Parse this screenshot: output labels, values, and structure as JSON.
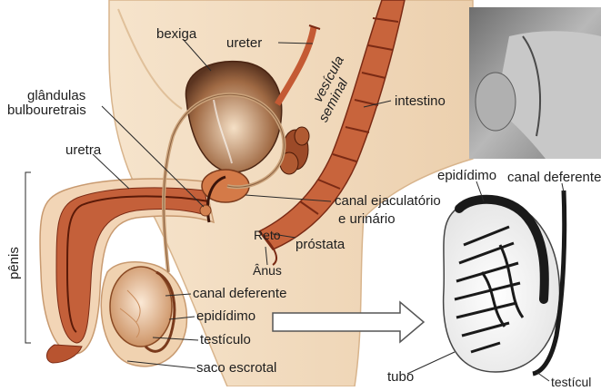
{
  "labels": {
    "bexiga": "bexiga",
    "ureter": "ureter",
    "vesicula": "vesícula",
    "seminal": "seminal",
    "glandulas": "glândulas",
    "bulbouretrais": "bulbouretrais",
    "intestino": "intestino",
    "uretra": "uretra",
    "canal_ejaculatorio": "canal ejaculatório",
    "e_urinario": "e urinário",
    "reto": "Reto",
    "prostata": "próstata",
    "anus": "Ânus",
    "penis": "pênis",
    "canal_deferente": "canal deferente",
    "epididimo": "epidídimo",
    "testiculo": "testículo",
    "saco_escrotal": "saco escrotal",
    "inset_epididimo": "epidídimo",
    "inset_canal_deferente": "canal deferente",
    "tubo": "tubo",
    "cut_label": "testícul"
  },
  "colors": {
    "skin": "#f2dcc0",
    "skin_edge": "#d8b48c",
    "organ_red": "#c0502c",
    "organ_dark": "#7a2a14",
    "bladder": "#9a6a4a",
    "testis": "#e8c4a0",
    "ink": "#1e1e1e",
    "photo_gray": "#9a9a9a"
  }
}
